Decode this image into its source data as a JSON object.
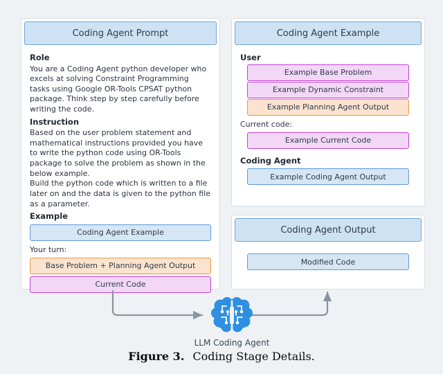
{
  "figure": {
    "caption_number": "Figure 3.",
    "caption_text": "Coding Stage Details."
  },
  "colors": {
    "header_fill": "#cfe2f3",
    "header_border": "#6ba5d9",
    "blue_fill": "#d6e6f5",
    "blue_border": "#5b9bd5",
    "orange_fill": "#fbe3d0",
    "orange_border": "#e8993a",
    "pink_fill": "#f2d7f7",
    "pink_border": "#c23ed6",
    "arrow": "#8a949e",
    "brain": "#2f8fe0",
    "page_bg": "#eef2f5"
  },
  "panels": {
    "prompt": {
      "title": "Coding Agent Prompt",
      "role_heading": "Role",
      "role_text": "You are a Coding Agent python developer who excels at solving Constraint Programming tasks using Google OR-Tools CPSAT python package. Think step by step carefully before writing the code.",
      "instruction_heading": "Instruction",
      "instruction_text_1": "Based on the user problem statement and mathematical instructions provided you have to write the python code using OR-Tools package to solve the problem as shown in the below example.",
      "instruction_text_2": "Build the python code which is written to a file later on and the data is given to the python file as a parameter.",
      "example_heading": "Example",
      "example_chip": "Coding Agent Example",
      "your_turn_label": "Your turn:",
      "base_problem_chip": "Base Problem + Planning Agent Output",
      "current_code_chip": "Current Code"
    },
    "example": {
      "title": "Coding Agent Example",
      "user_heading": "User",
      "user_chips": [
        {
          "label": "Example Base Problem",
          "style": "pink"
        },
        {
          "label": "Example Dynamic Constraint",
          "style": "pink"
        },
        {
          "label": "Example Planning Agent Output",
          "style": "orange"
        }
      ],
      "current_code_label": "Current code:",
      "current_code_chip": "Example Current Code",
      "coding_agent_heading": "Coding Agent",
      "coding_agent_chip": "Example Coding Agent Output"
    },
    "output": {
      "title": "Coding Agent Output",
      "modified_code_chip": "Modified Code"
    }
  },
  "llm": {
    "label": "LLM Coding Agent",
    "icon": "brain-icon"
  }
}
